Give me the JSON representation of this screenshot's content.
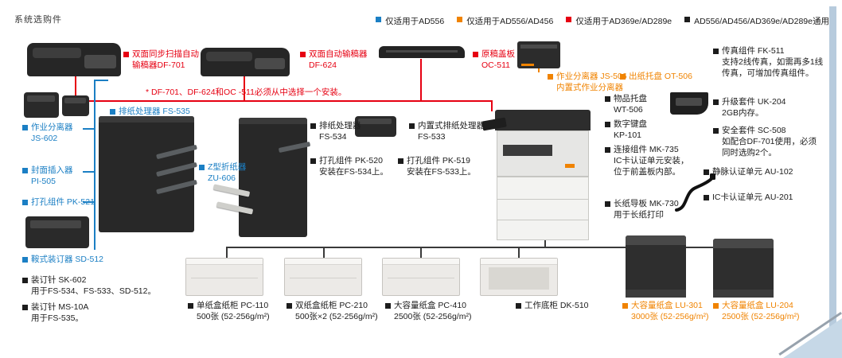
{
  "title": "系统选购件",
  "legend": {
    "items": [
      {
        "label": "仅适用于AD556",
        "color": "#1b7fc4"
      },
      {
        "label": "仅适用于AD556/AD456",
        "color": "#f08300"
      },
      {
        "label": "仅适用于AD369e/AD289e",
        "color": "#e60012"
      },
      {
        "label": "AD556/AD456/AD369e/AD289e通用",
        "color": "#1c1c1c"
      }
    ]
  },
  "note": "* DF-701、DF-624和OC -511必须从中选择一个安装。",
  "items": {
    "df701": {
      "cat": "red",
      "l1": "双面同步扫描自动",
      "l2": "输稿器DF-701"
    },
    "df624": {
      "cat": "red",
      "l1": "双面自动输稿器",
      "l2": "DF-624"
    },
    "oc511": {
      "cat": "red",
      "l1": "原稿盖板",
      "l2": "OC-511"
    },
    "js506": {
      "cat": "orange",
      "l1": "作业分离器 JS-506",
      "l2": "内置式作业分离器"
    },
    "ot506": {
      "cat": "orange",
      "l1": "出纸托盘 OT-506"
    },
    "fk511": {
      "cat": "black",
      "l1": "传真组件 FK-511",
      "l2": "支持2线传真，如需再多1线",
      "l3": "传真，可增加传真组件。"
    },
    "fs535": {
      "cat": "blue",
      "l1": "排纸处理器 FS-535"
    },
    "wt506": {
      "cat": "black",
      "l1": "物品托盘",
      "l2": "WT-506"
    },
    "uk204": {
      "cat": "black",
      "l1": "升级套件 UK-204",
      "l2": "2GB内存。"
    },
    "kp101": {
      "cat": "black",
      "l1": "数字键盘",
      "l2": "KP-101"
    },
    "sc508": {
      "cat": "black",
      "l1": "安全套件 SC-508",
      "l2": "如配合DF-701使用，必须",
      "l3": "同时选购2个。"
    },
    "js602": {
      "cat": "blue",
      "l1": "作业分离器",
      "l2": "JS-602"
    },
    "fs534": {
      "cat": "black",
      "l1": "排纸处理器",
      "l2": "FS-534"
    },
    "fs533": {
      "cat": "black",
      "l1": "内置式排纸处理器",
      "l2": "FS-533"
    },
    "mk735": {
      "cat": "black",
      "l1": "连接组件 MK-735",
      "l2": "IC卡认证单元安装，",
      "l3": "位于前盖板内部。"
    },
    "pi505": {
      "cat": "blue",
      "l1": "封面插入器",
      "l2": "PI-505"
    },
    "zu606": {
      "cat": "blue",
      "l1": "Z型折纸器",
      "l2": "ZU-606"
    },
    "pk520": {
      "cat": "black",
      "l1": "打孔组件 PK-520",
      "l2": "安装在FS-534上。"
    },
    "pk519": {
      "cat": "black",
      "l1": "打孔组件 PK-519",
      "l2": "安装在FS-533上。"
    },
    "au102": {
      "cat": "black",
      "l1": "静脉认证单元 AU-102"
    },
    "pk521": {
      "cat": "blue",
      "l1": "打孔组件 PK-521"
    },
    "au201": {
      "cat": "black",
      "l1": "IC卡认证单元 AU-201"
    },
    "mk730": {
      "cat": "black",
      "l1": "长纸导板 MK-730",
      "l2": "用于长纸打印"
    },
    "sd512": {
      "cat": "blue",
      "l1": "鞍式装订器 SD-512"
    },
    "sk602": {
      "cat": "black",
      "l1": "装订针 SK-602",
      "l2": "用于FS-534、FS-533、SD-512。"
    },
    "ms10a": {
      "cat": "black",
      "l1": "装订针 MS-10A",
      "l2": "用于FS-535。"
    },
    "pc110": {
      "cat": "black",
      "l1": "单纸盒纸柜 PC-110",
      "l2": "500张 (52-256g/m²)"
    },
    "pc210": {
      "cat": "black",
      "l1": "双纸盒纸柜 PC-210",
      "l2": "500张×2 (52-256g/m²)"
    },
    "pc410": {
      "cat": "black",
      "l1": "大容量纸盒 PC-410",
      "l2": "2500张 (52-256g/m²)"
    },
    "dk510": {
      "cat": "black",
      "l1": "工作底柜 DK-510"
    },
    "lu301": {
      "cat": "orange",
      "l1": "大容量纸盒 LU-301",
      "l2": "3000张 (52-256g/m²)"
    },
    "lu204": {
      "cat": "orange",
      "l1": "大容量纸盒 LU-204",
      "l2": "2500张 (52-256g/m²)"
    }
  }
}
